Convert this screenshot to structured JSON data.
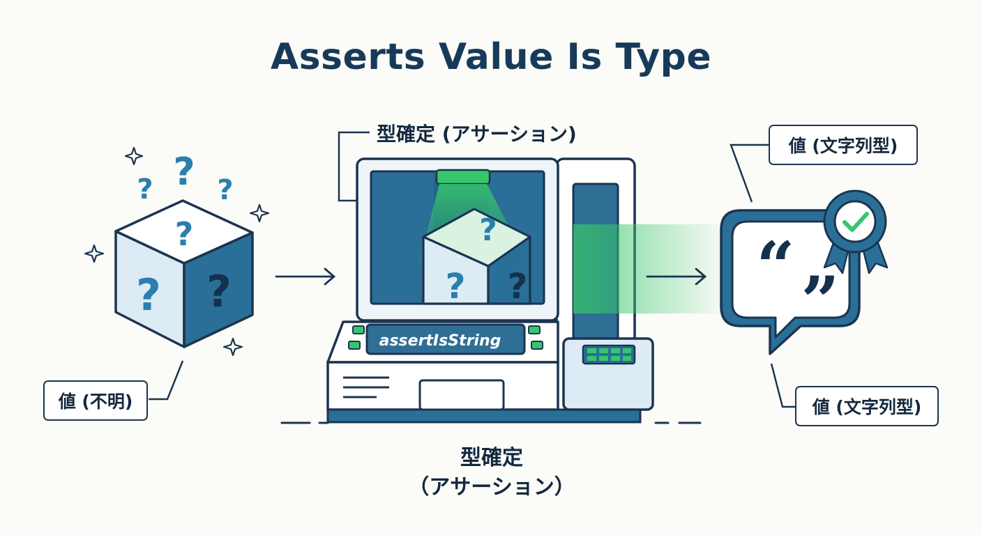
{
  "title": "Asserts Value Is Type",
  "input": {
    "label": "値 (不明)",
    "mark": "?"
  },
  "machine": {
    "top_label": "型確定 (アサーション)",
    "screen_text": "assertIsString",
    "caption_line1": "型確定",
    "caption_line2": "（アサーション）"
  },
  "output": {
    "top_label": "値 (文字列型)",
    "bottom_label": "値 (文字列型)",
    "open_quote": "“",
    "close_quote": "”"
  },
  "colors": {
    "navy": "#1b3450",
    "teal": "#2a6f97",
    "light_blue": "#dcebf4",
    "accent_green": "#37c76a"
  }
}
